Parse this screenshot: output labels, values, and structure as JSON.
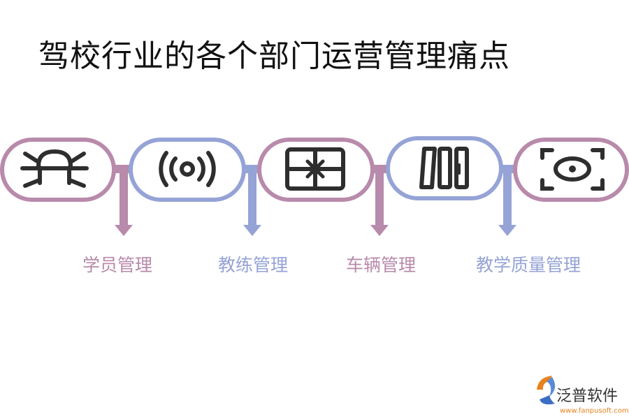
{
  "title": "驾校行业的各个部门运营管理痛点",
  "colors": {
    "mauve": "#B88AAB",
    "blue": "#95A3D6",
    "icon": "#2E2E2E",
    "logo_orange": "#E8821E"
  },
  "departments": [
    {
      "label": "学员管理",
      "icon": "bug-icon"
    },
    {
      "label": "教练管理",
      "icon": "broadcast-icon"
    },
    {
      "label": "车辆管理",
      "icon": "gift-box-icon"
    },
    {
      "label": "教学质量管理",
      "icon": "columns-icon"
    },
    {
      "label": "",
      "icon": "camera-focus-icon"
    }
  ],
  "watermark": {
    "brand": "泛普软件",
    "url": "www.fanpusoft.com"
  }
}
